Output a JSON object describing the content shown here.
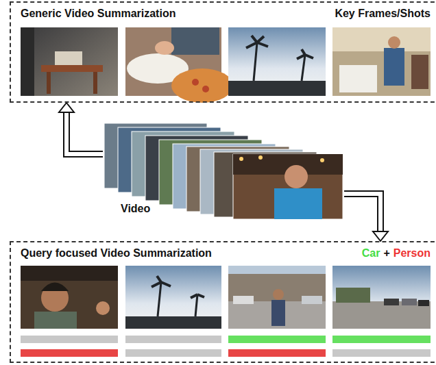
{
  "diagram": {
    "nodes": [
      {
        "text": [
          "Generic Video Summarization",
          "Key Frames/Shots"
        ]
      },
      {
        "text": [
          "Video"
        ]
      },
      {
        "text": [
          "Query focused Video Summarization",
          "Car",
          "+",
          "Person"
        ]
      }
    ],
    "edges": [
      {
        "from": 1,
        "to": 0,
        "arrow": "to"
      },
      {
        "from": 1,
        "to": 2,
        "arrow": "to"
      }
    ]
  }
}
